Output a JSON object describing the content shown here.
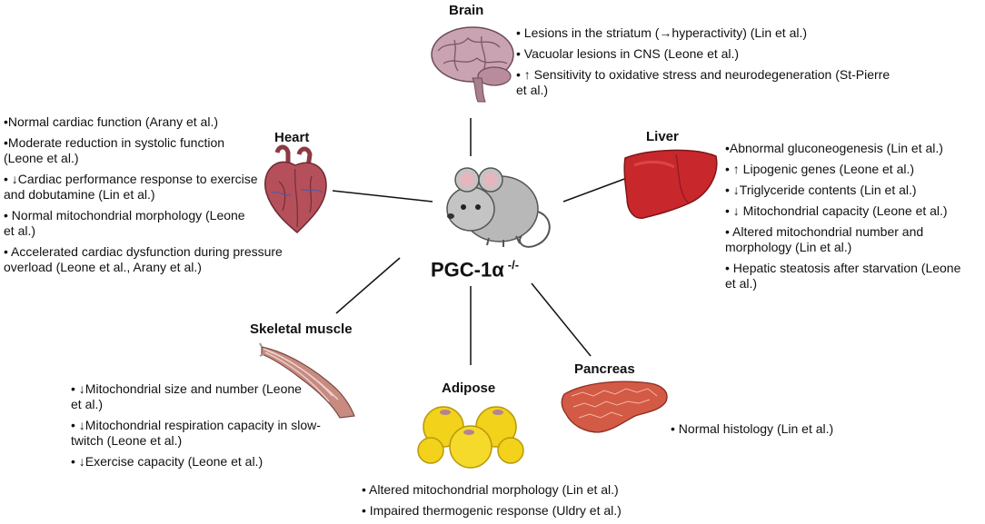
{
  "center": {
    "title": "PGC-1α",
    "superscript": "-/-"
  },
  "organs": {
    "brain": {
      "label": "Brain",
      "items": [
        "• Lesions in the striatum (→hyperactivity) (Lin et al.)",
        "• Vacuolar lesions in CNS (Leone et al.)",
        "• ↑ Sensitivity to oxidative stress and neurodegeneration (St-Pierre et al.)"
      ]
    },
    "heart": {
      "label": "Heart",
      "items": [
        "•Normal cardiac function (Arany et al.)",
        "•Moderate reduction in systolic function (Leone et al.)",
        "• ↓Cardiac performance response to exercise and dobutamine (Lin et al.)",
        "• Normal mitochondrial morphology (Leone et al.)",
        "• Accelerated cardiac dysfunction during pressure overload  (Leone et al., Arany et al.)"
      ]
    },
    "liver": {
      "label": "Liver",
      "items": [
        "•Abnormal gluconeogenesis (Lin et al.)",
        "• ↑ Lipogenic genes (Leone et al.)",
        "• ↓Triglyceride contents (Lin et al.)",
        "• ↓ Mitochondrial capacity (Leone et al.)",
        "• Altered mitochondrial number and morphology (Lin et al.)",
        "• Hepatic steatosis after starvation (Leone et al.)"
      ]
    },
    "skeletal_muscle": {
      "label": "Skeletal muscle",
      "items": [
        "• ↓Mitochondrial size and number (Leone et al.)",
        "• ↓Mitochondrial respiration capacity in slow-twitch (Leone et al.)",
        "• ↓Exercise capacity (Leone et al.)"
      ]
    },
    "adipose": {
      "label": "Adipose",
      "items": [
        "• Altered mitochondrial morphology (Lin et al.)",
        "• Impaired thermogenic response (Uldry et al.)"
      ]
    },
    "pancreas": {
      "label": "Pancreas",
      "items": [
        "• Normal histology (Lin et al.)"
      ]
    }
  },
  "colors": {
    "line": "#111111",
    "mouse_body": "#b8b8b8",
    "brain": "#c9a3b2",
    "heart": "#b5505a",
    "liver": "#c8282c",
    "muscle": "#c98a80",
    "adipose": "#f2d21a",
    "pancreas": "#d35a45"
  }
}
